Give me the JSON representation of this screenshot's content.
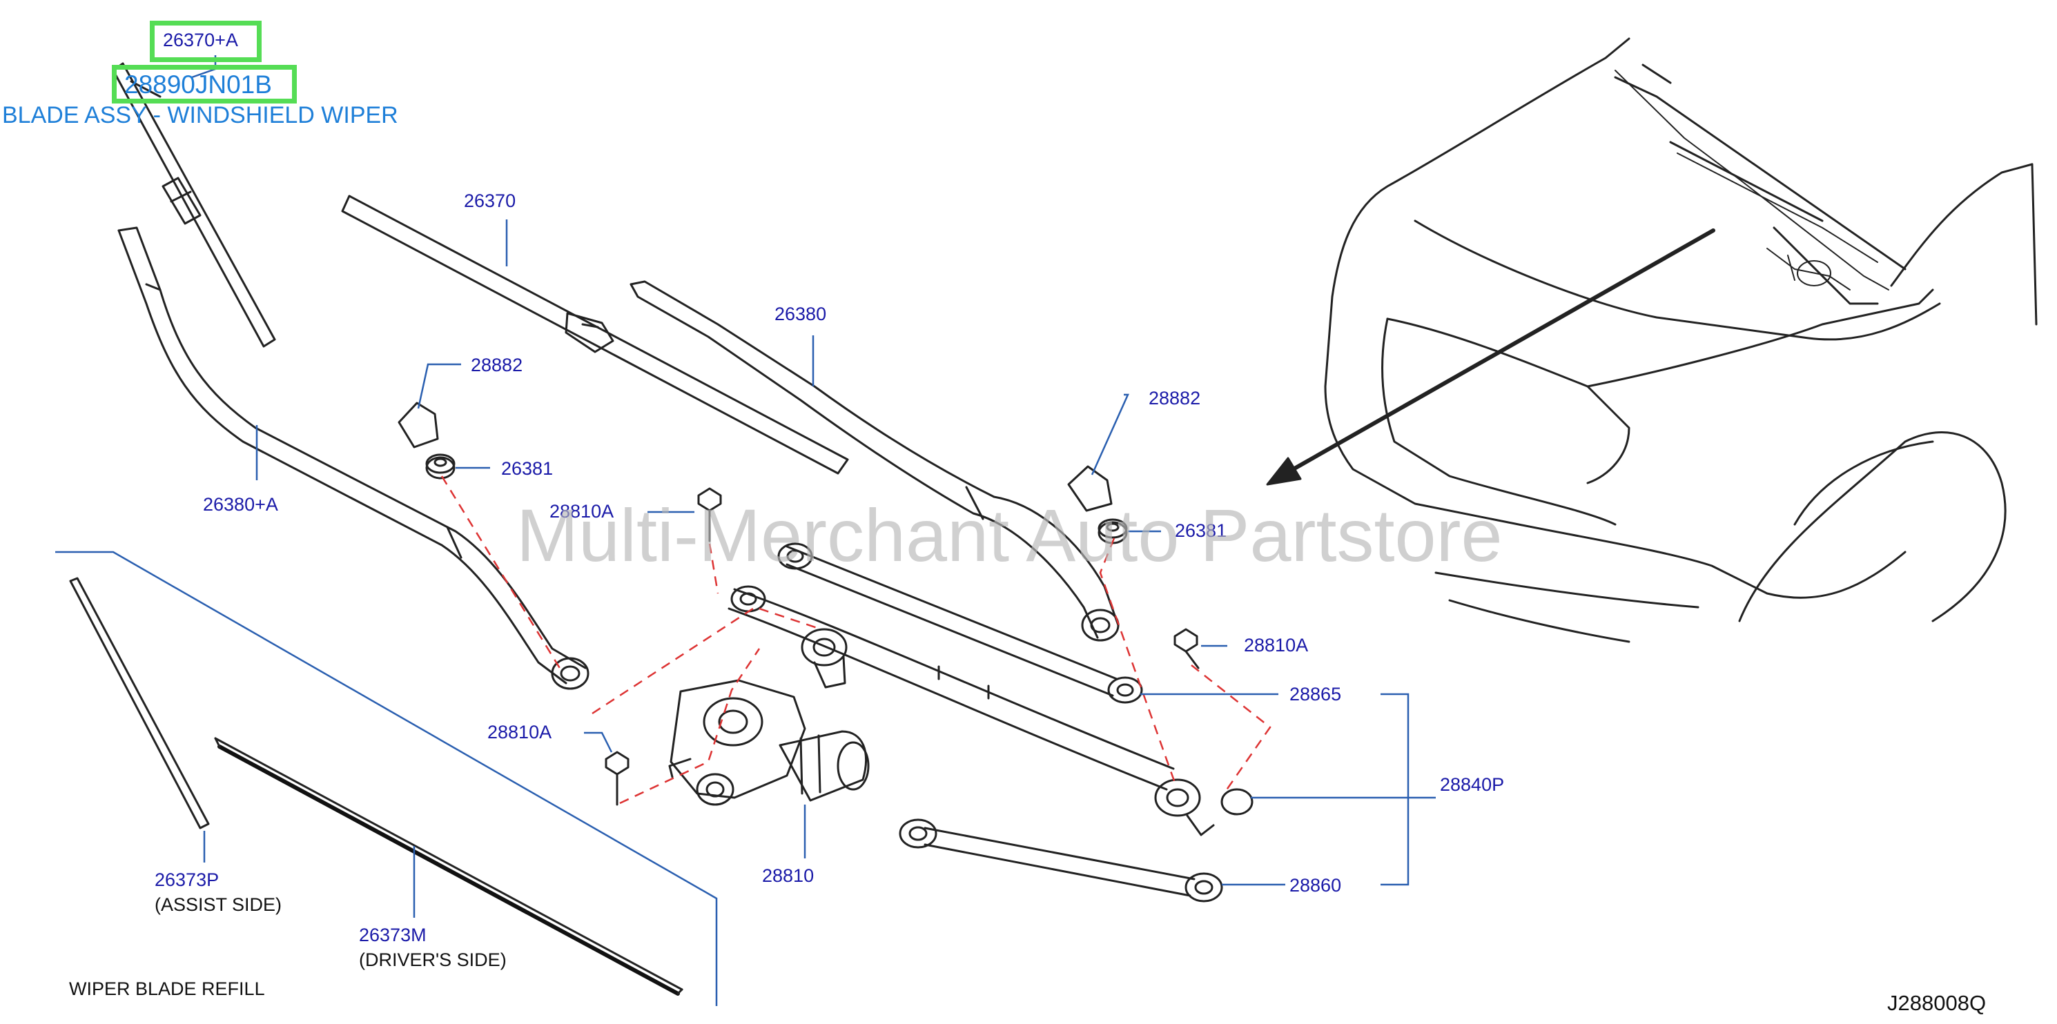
{
  "highlight": {
    "top_label": "26370+A",
    "part_number": "28890JN01B",
    "description": "BLADE ASSY - WINDSHIELD WIPER"
  },
  "labels": {
    "arm_driver": "26370",
    "blade_assist": "26380",
    "arm_assist": "26380+A",
    "cap_left": "28882",
    "cap_right": "28882",
    "nut_left": "26381",
    "nut_right": "26381",
    "bolt_upper": "28810A",
    "bolt_right": "28810A",
    "bolt_lower": "28810A",
    "link_upper": "28865",
    "linkage_assy": "28840P",
    "link_lower": "28860",
    "motor": "28810",
    "refill_assist": "26373P",
    "refill_assist_side": "(ASSIST   SIDE)",
    "refill_driver": "26373M",
    "refill_driver_side": "(DRIVER'S   SIDE)",
    "refill_caption": "WIPER   BLADE   REFILL"
  },
  "watermark": "Multi-Merchant Auto Partstore",
  "diagram_code": "J288008Q",
  "colors": {
    "label_text": "#1a1aa8",
    "leader_line": "#2a5fb0",
    "dashed_line": "#dd3333",
    "highlight_border": "#55dd55",
    "highlight_text": "#1e7fd8",
    "outline": "#222222"
  }
}
